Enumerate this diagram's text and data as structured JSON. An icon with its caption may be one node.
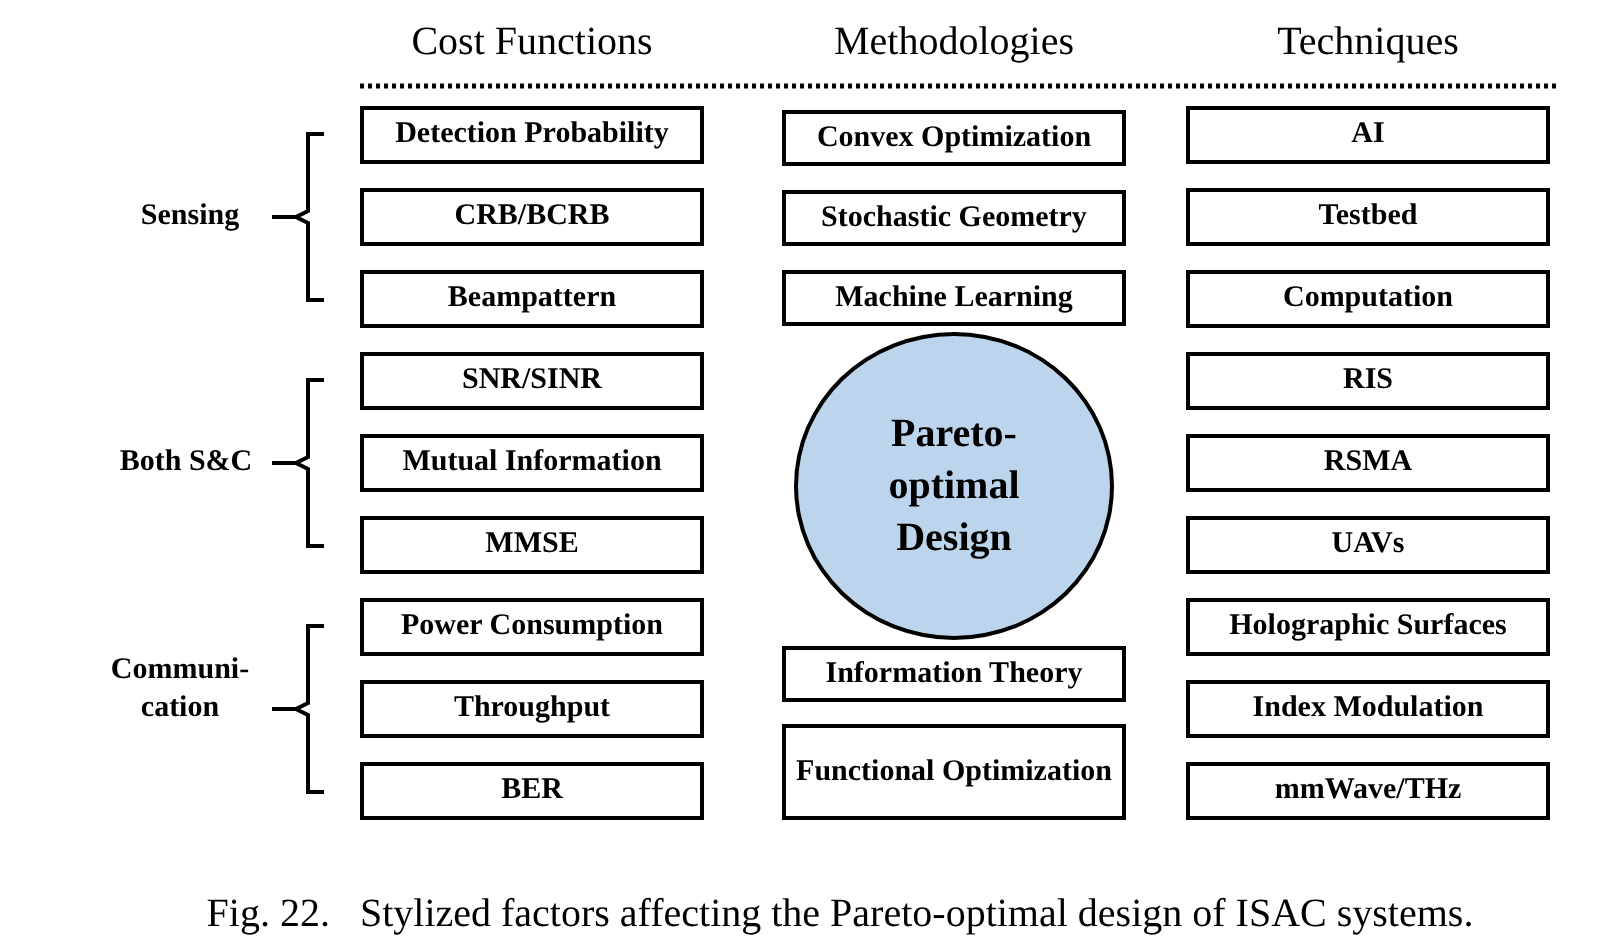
{
  "diagram": {
    "caption": "Fig. 22.   Stylized factors affecting the Pareto-optimal design of ISAC systems.",
    "nodes": [
      {
        "text": [
          "Detection Probability"
        ]
      },
      {
        "text": [
          "CRB/BCRB"
        ]
      },
      {
        "text": [
          "Beampattern"
        ]
      },
      {
        "text": [
          "SNR/SINR"
        ]
      },
      {
        "text": [
          "Mutual Information"
        ]
      },
      {
        "text": [
          "MMSE"
        ]
      },
      {
        "text": [
          "Power Consumption"
        ]
      },
      {
        "text": [
          "Throughput"
        ]
      },
      {
        "text": [
          "BER"
        ]
      },
      {
        "text": [
          "Convex Optimization"
        ]
      },
      {
        "text": [
          "Stochastic Geometry"
        ]
      },
      {
        "text": [
          "Machine Learning"
        ]
      },
      {
        "text": [
          "Pareto-optimal Design"
        ]
      },
      {
        "text": [
          "Information Theory"
        ]
      },
      {
        "text": [
          "Functional Optimization"
        ]
      },
      {
        "text": [
          "AI"
        ]
      },
      {
        "text": [
          "Testbed"
        ]
      },
      {
        "text": [
          "Computation"
        ]
      },
      {
        "text": [
          "RIS"
        ]
      },
      {
        "text": [
          "RSMA"
        ]
      },
      {
        "text": [
          "UAVs"
        ]
      },
      {
        "text": [
          "Holographic Surfaces"
        ]
      },
      {
        "text": [
          "Index Modulation"
        ]
      },
      {
        "text": [
          "mmWave/THz"
        ]
      }
    ],
    "edges": [],
    "labels": [
      "Cost Functions",
      "Methodologies",
      "Techniques",
      "Sensing",
      "Both S&C",
      "Communi- cation"
    ]
  }
}
